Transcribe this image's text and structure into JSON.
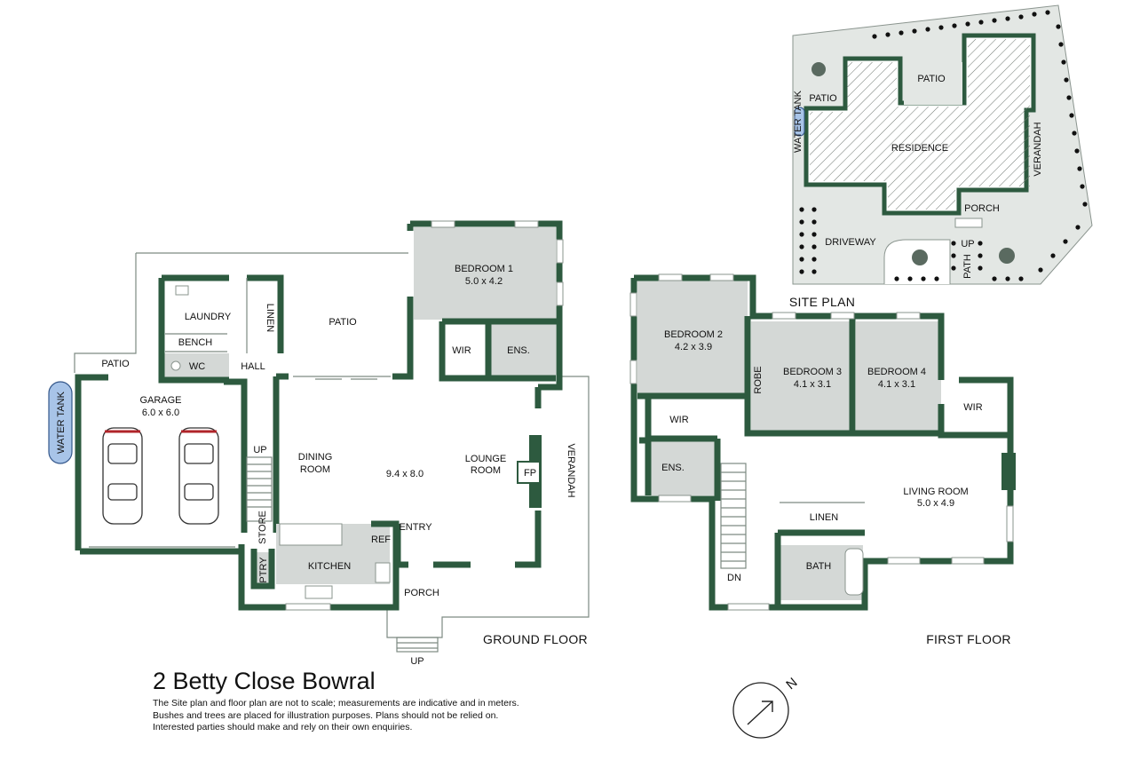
{
  "title": "2 Betty Close Bowral",
  "disclaimer": [
    "The Site plan and floor plan are not to scale; measurements are indicative and in meters.",
    "Bushes and trees are placed for illustration purposes. Plans should not be relied on.",
    "Interested parties should make and rely on their own enquiries."
  ],
  "floors": {
    "ground": "GROUND FLOOR",
    "first": "FIRST FLOOR",
    "site": "SITE PLAN"
  },
  "compass": {
    "letter": "N"
  },
  "ground_floor": {
    "water_tank": "WATER TANK",
    "patio_left": "PATIO",
    "garage": "GARAGE",
    "garage_dim": "6.0 x 6.0",
    "laundry": "LAUNDRY",
    "bench": "BENCH",
    "wc": "WC",
    "linen": "LINEN",
    "hall": "HALL",
    "patio": "PATIO",
    "bedroom1": "BEDROOM 1",
    "bedroom1_dim": "5.0 x 4.2",
    "wir": "WIR",
    "ens": "ENS.",
    "up": "UP",
    "store": "STORE",
    "dining": "DINING",
    "room": "ROOM",
    "living_dim": "9.4 x 8.0",
    "lounge": "LOUNGE",
    "lounge_room": "ROOM",
    "fp": "FP",
    "verandah": "VERANDAH",
    "ref": "REF",
    "entry": "ENTRY",
    "kitchen": "KITCHEN",
    "ptry": "PTRY",
    "porch": "PORCH",
    "porch_up": "UP"
  },
  "first_floor": {
    "bedroom2": "BEDROOM 2",
    "bedroom2_dim": "4.2 x 3.9",
    "robe": "ROBE",
    "bedroom3": "BEDROOM 3",
    "bedroom3_dim": "4.1 x 3.1",
    "bedroom4": "BEDROOM 4",
    "bedroom4_dim": "4.1 x 3.1",
    "wir": "WIR",
    "wir2": "WIR",
    "ens": "ENS.",
    "living": "LIVING ROOM",
    "living_dim": "5.0 x 4.9",
    "linen": "LINEN",
    "bath": "BATH",
    "dn": "DN"
  },
  "site_plan": {
    "patio_top": "PATIO",
    "patio_left": "PATIO",
    "water_tank": "WATER TANK",
    "residence": "RESIDENCE",
    "verandah": "VERANDAH",
    "porch": "PORCH",
    "driveway": "DRIVEWAY",
    "up": "UP",
    "path": "PATH"
  },
  "colors": {
    "wall": "#2d5a3f",
    "wet_area": "#d4d8d6",
    "water_tank": "#a8c4e8",
    "site_ground": "#e3e7e4"
  }
}
